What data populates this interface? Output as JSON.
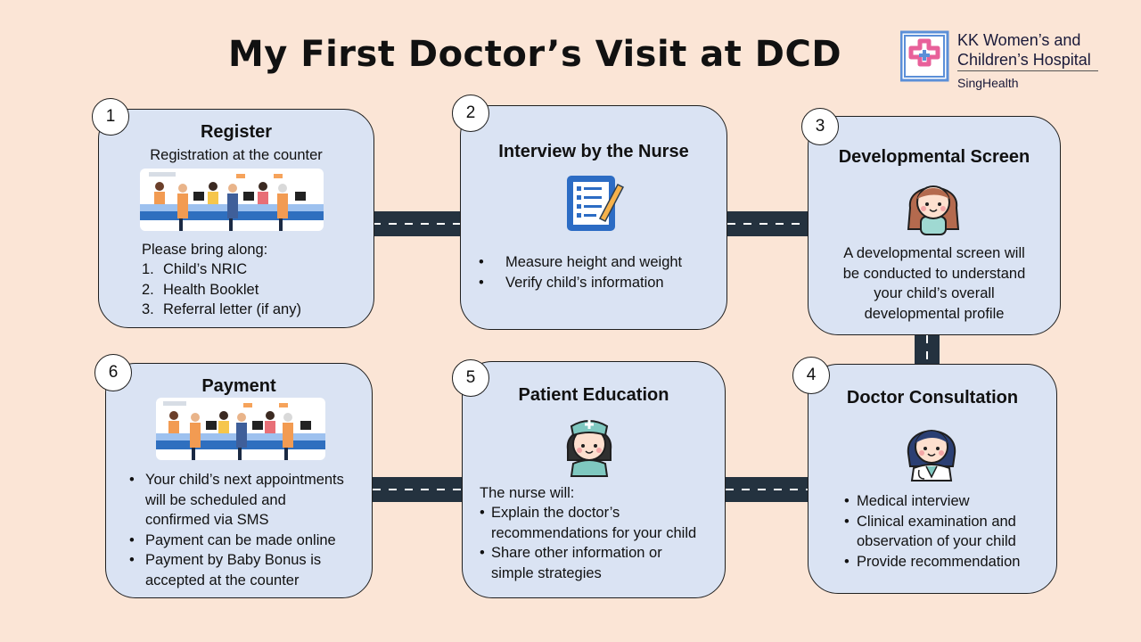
{
  "title": "My First Doctor’s Visit at DCD",
  "logo": {
    "line1": "KK Women’s and",
    "line2": "Children’s Hospital",
    "line3": "SingHealth"
  },
  "colors": {
    "background": "#fbe5d6",
    "card": "#dae3f3",
    "road": "#24323f",
    "logo_pink": "#e8609a",
    "logo_blue": "#5b8fd8"
  },
  "steps": [
    {
      "number": "1",
      "title": "Register",
      "subtitle": "Registration at the counter",
      "intro": "Please bring along:",
      "markers": [
        "1.",
        "2.",
        "3."
      ],
      "items": [
        "Child’s NRIC",
        "Health Booklet",
        "Referral letter (if any)"
      ],
      "icon": "registration-counter-illustration"
    },
    {
      "number": "2",
      "title": "Interview by the Nurse",
      "items": [
        "Measure height and weight",
        "Verify child’s information"
      ],
      "icon": "clipboard-icon"
    },
    {
      "number": "3",
      "title": "Developmental Screen",
      "text": [
        "A developmental screen will",
        "be conducted to understand",
        "your child’s overall",
        "developmental profile"
      ],
      "icon": "girl-icon"
    },
    {
      "number": "4",
      "title": "Doctor Consultation",
      "items": [
        "Medical interview",
        "Clinical examination and",
        "observation of your child",
        "Provide recommendation"
      ],
      "icon": "doctor-icon"
    },
    {
      "number": "5",
      "title": "Patient Education",
      "intro": "The nurse will:",
      "items": [
        "Explain the doctor’s",
        "recommendations for your child",
        "Share other information or",
        "simple strategies"
      ],
      "icon": "nurse-icon"
    },
    {
      "number": "6",
      "title": "Payment",
      "items": [
        "Your child’s next appointments",
        "will be scheduled and",
        "confirmed via SMS",
        "Payment can be made online",
        "Payment by Baby Bonus is",
        "accepted at the counter"
      ],
      "icon": "payment-counter-illustration"
    }
  ]
}
